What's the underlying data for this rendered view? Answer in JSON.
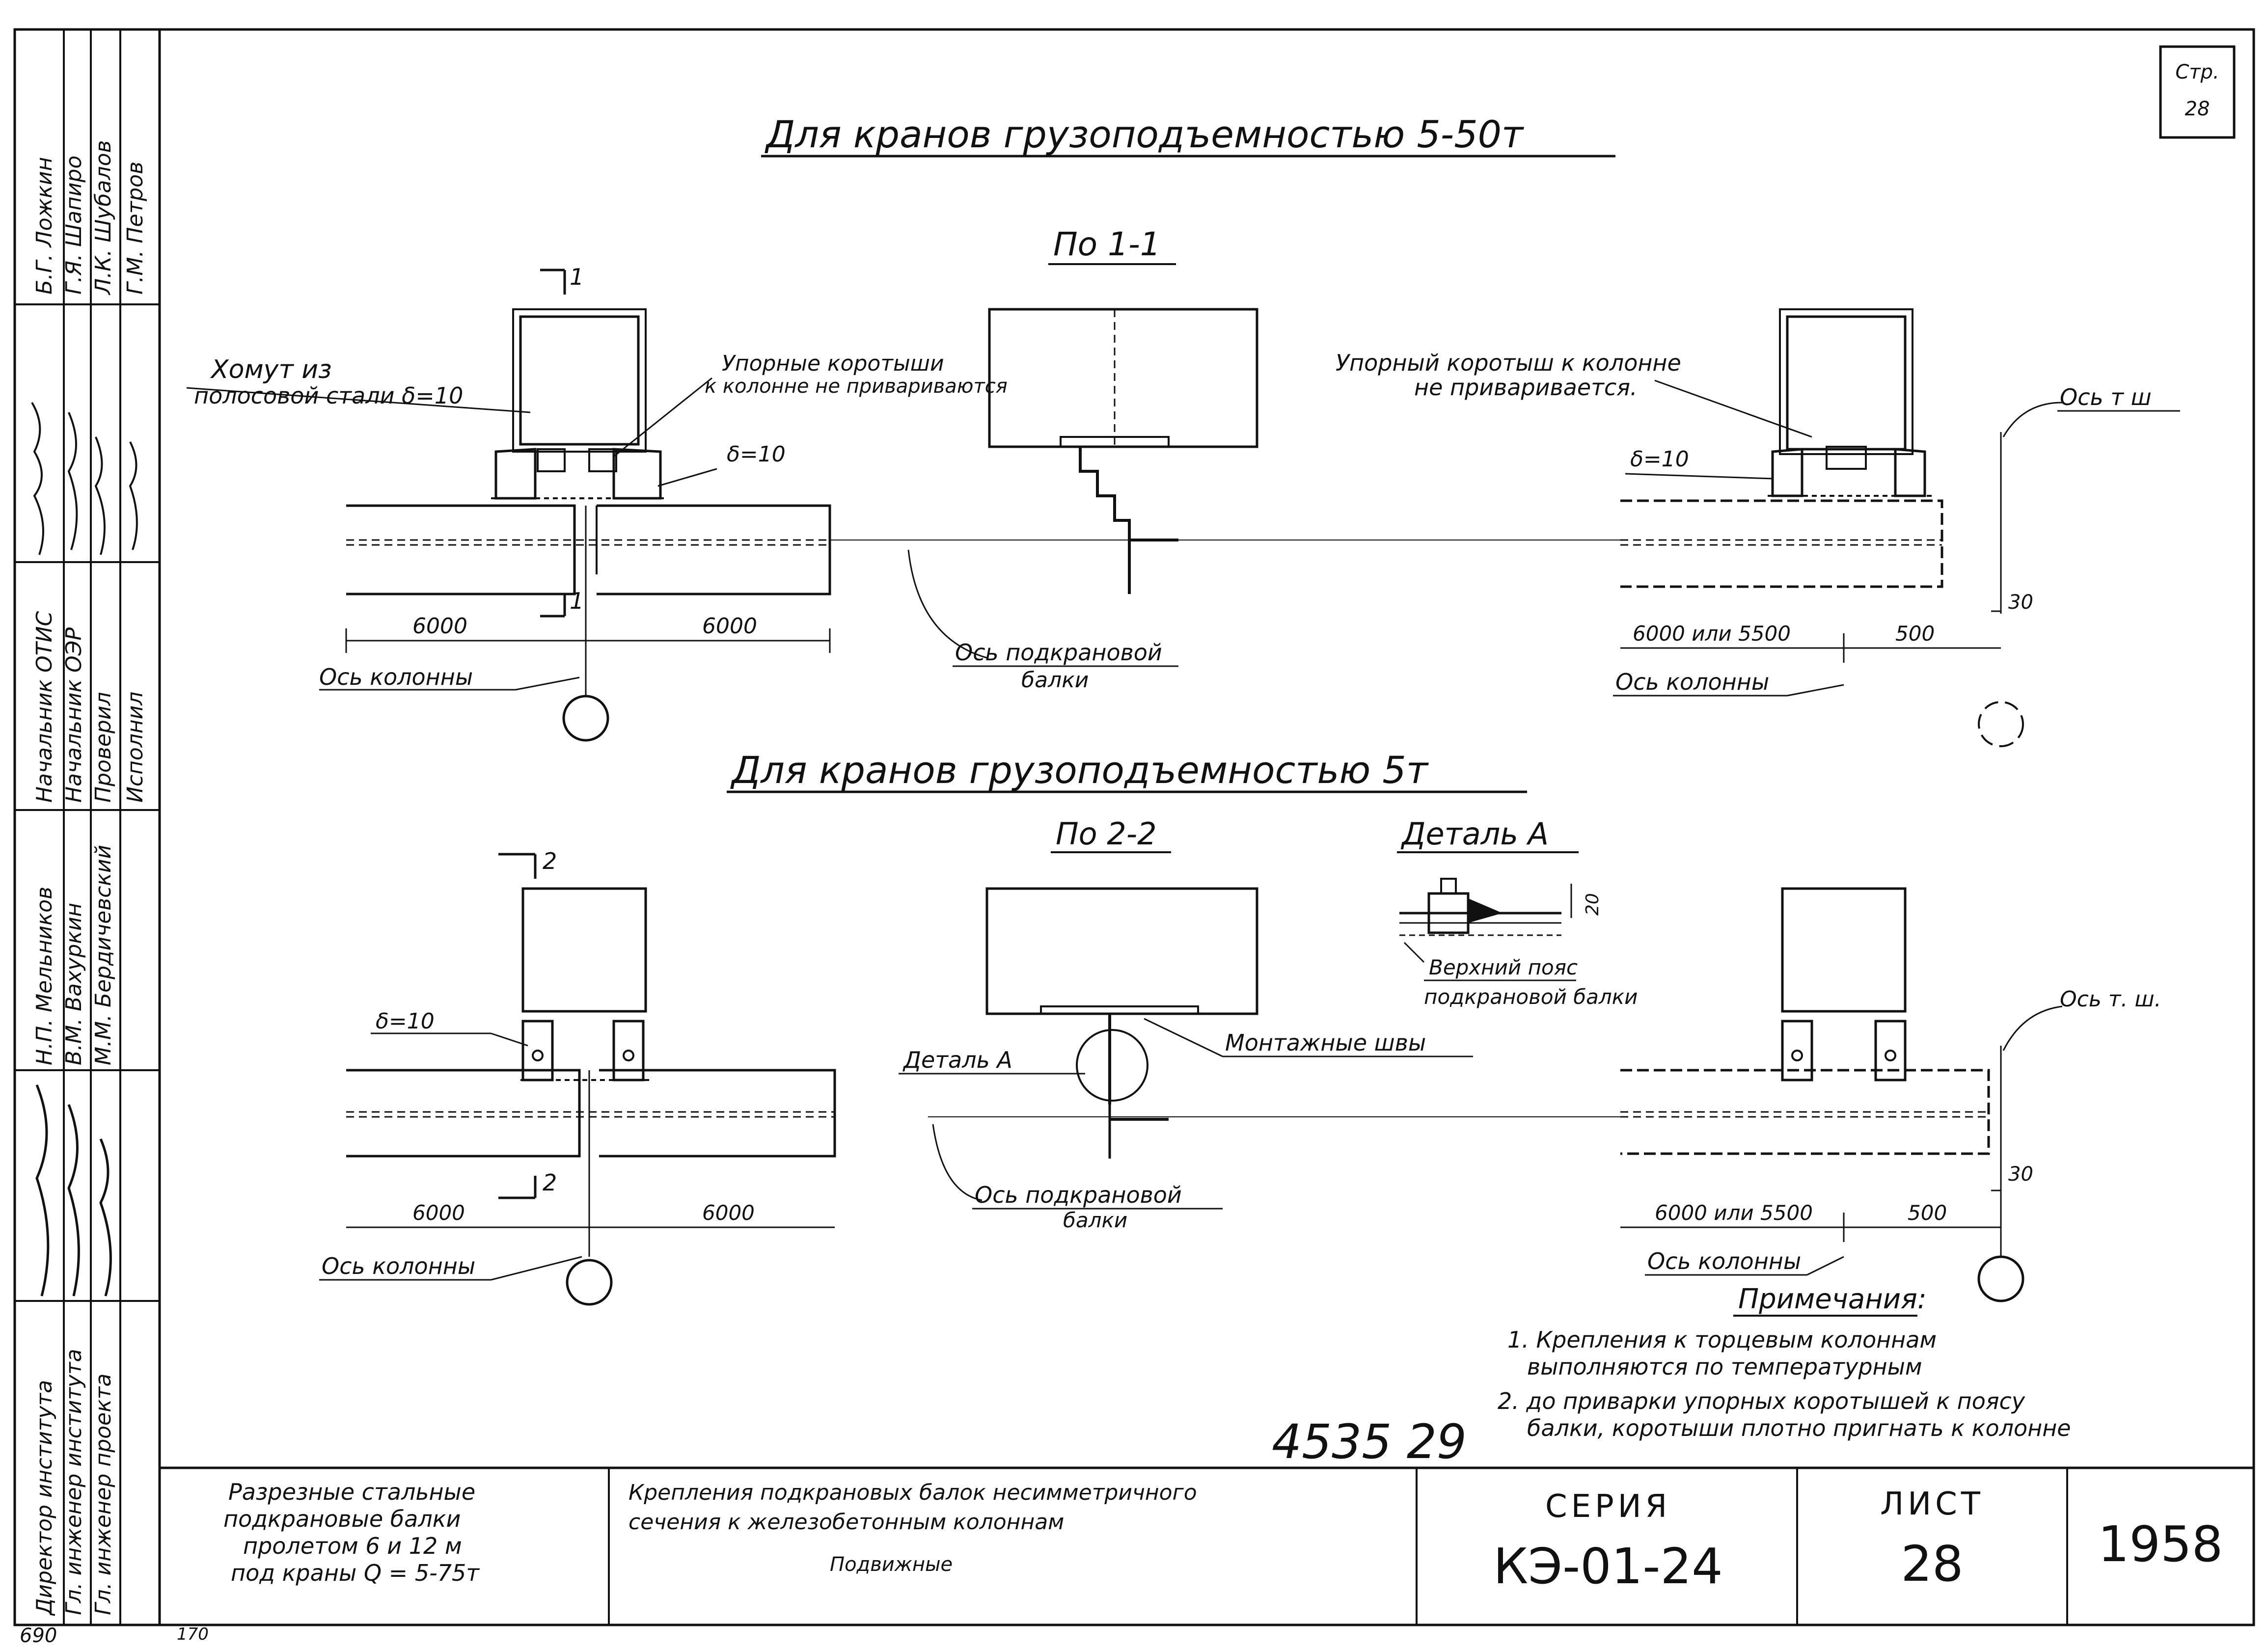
{
  "sheet": {
    "page_label": "Стр.",
    "page_number": "28",
    "handwritten_number": "4535 29",
    "corner_left": "690",
    "corner_mid": "170"
  },
  "section_top": {
    "title": "Для кранов грузоподъемностью 5-50т",
    "view_title": "По 1-1",
    "cut_mark": "1",
    "label_clamp_1": "Хомут из",
    "label_clamp_2": "полосовой стали δ=10",
    "label_stops_1": "Упорные коротыши",
    "label_stops_2": "к колонне не привариваются",
    "label_stop_right_1": "Упорный коротыш к колонне",
    "label_stop_right_2": "не приваривается.",
    "delta_left": "δ=10",
    "delta_right": "δ=10",
    "axis_ts": "Ось т ш",
    "dim_left": "6000",
    "dim_right": "6000",
    "axis_column": "Ось колонны",
    "axis_beam_1": "Ось подкрановой",
    "axis_beam_2": "балки",
    "dim_r1": "6000 или 5500",
    "dim_r2": "500",
    "dim_r3": "30",
    "axis_column_right": "Ось колонны"
  },
  "section_bottom": {
    "title": "Для кранов грузоподъемностью 5т",
    "view_title": "По 2-2",
    "detail_title": "Деталь А",
    "cut_mark": "2",
    "delta_left": "δ=10",
    "detail_a_label": "Деталь А",
    "weld_label": "Монтажные швы",
    "detail_dim": "20",
    "detail_cap_1": "Верхний пояс",
    "detail_cap_2": "подкрановой балки",
    "axis_ts": "Ось т. ш.",
    "dim_left": "6000",
    "dim_right": "6000",
    "axis_column": "Ось колонны",
    "axis_beam_1": "Ось подкрановой",
    "axis_beam_2": "балки",
    "dim_r1": "6000 или 5500",
    "dim_r2": "500",
    "dim_r3": "30",
    "axis_column_right": "Ось колонны"
  },
  "notes": {
    "title": "Примечания:",
    "line1": "1. Крепления к торцевым колоннам",
    "line2": "выполняются по температурным",
    "line3": "2. до приварки упорных коротышей к поясу",
    "line4": "балки, коротыши плотно пригнать к колонне"
  },
  "signatures": {
    "roles_top": [
      "Начальник ОТИС",
      "Начальник ОЭР",
      "Проверил",
      "Исполнил"
    ],
    "names_top": [
      "Б.Г. Ложкин",
      "Г.Я. Шапиро",
      "Л.К. Шубалов",
      "Г.М. Петров"
    ],
    "roles_bottom": [
      "Директор института",
      "Гл. инженер института",
      "Гл. инженер проекта"
    ],
    "names_bottom": [
      "Н.П. Мельников",
      "В.М. Вахуркин",
      "М.М. Бердичевский"
    ]
  },
  "title_block": {
    "description_1": "Разрезные стальные",
    "description_2": "подкрановые балки",
    "description_3": "пролетом 6 и 12 м",
    "description_4": "под краны Q = 5-75т",
    "subject_1": "Крепления подкрановых балок несимметричного",
    "subject_2": "сечения к железобетонным колоннам",
    "subject_3": "Подвижные",
    "series_label": "СЕРИЯ",
    "series_value": "КЭ-01-24",
    "sheet_label": "ЛИСТ",
    "sheet_value": "28",
    "year": "1958"
  }
}
